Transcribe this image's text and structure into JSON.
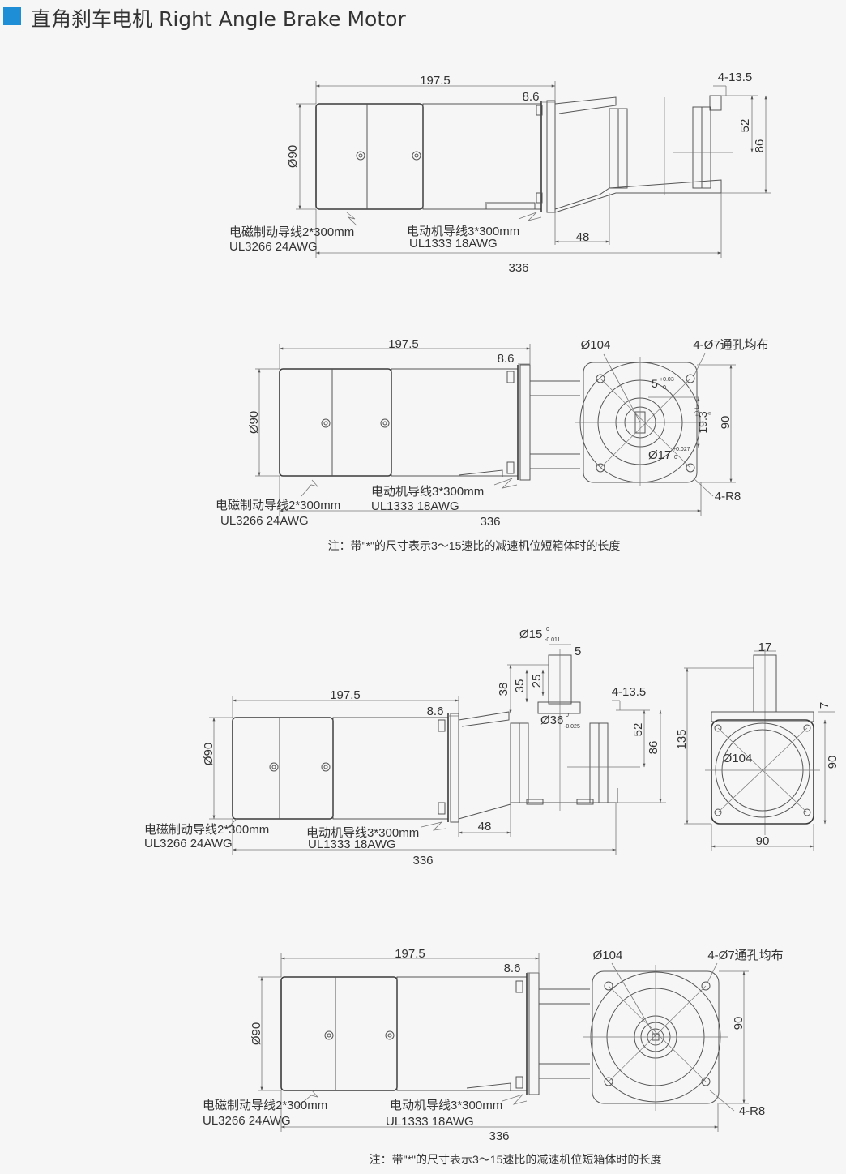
{
  "header": {
    "title": "直角刹车电机 Right Angle Brake Motor",
    "accent_color": "#1e8fd6"
  },
  "views": {
    "v1": {
      "len_total": "336",
      "len_motor": "197.5",
      "flange_gap": "8.6",
      "mount_w": "48",
      "dia_motor": "Ø90",
      "holes": "4-13.5",
      "h52": "52",
      "h86": "86",
      "brake_lead_1": "电磁制动导线2*300mm",
      "brake_lead_2": "UL3266  24AWG",
      "motor_lead_1": "电动机导线3*300mm",
      "motor_lead_2": "UL1333  18AWG"
    },
    "v2": {
      "len_total": "336",
      "len_motor": "197.5",
      "flange_gap": "8.6",
      "dia_motor": "Ø90",
      "dia_pcd": "Ø104",
      "holes": "4-Ø7通孔均布",
      "key_w": "5",
      "key_w_tol": "+0.03",
      "key_w_tol_low": "0",
      "key_h": "19.3",
      "key_h_tol": "+0.1",
      "key_h_tol_low": "0",
      "bore": "Ø17",
      "bore_tol": "+0.027",
      "bore_tol_low": "0",
      "side": "90",
      "radius": "4-R8",
      "brake_lead_1": "电磁制动导线2*300mm",
      "brake_lead_2": "UL3266  24AWG",
      "motor_lead_1": "电动机导线3*300mm",
      "motor_lead_2": "UL1333  18AWG",
      "note": "注：带\"*\"的尺寸表示3～15速比的减速机位短箱体时的长度"
    },
    "v3": {
      "len_total": "336",
      "len_motor": "197.5",
      "flange_gap": "8.6",
      "mount_w": "48",
      "dia_motor": "Ø90",
      "shaft_dia": "Ø15",
      "shaft_tol": "0",
      "shaft_tol_low": "-0.011",
      "key_5": "5",
      "dim_38": "38",
      "dim_35": "35",
      "dim_25": "25",
      "holes": "4-13.5",
      "pilot": "Ø36",
      "pilot_tol": "0",
      "pilot_tol_low": "-0.025",
      "h52": "52",
      "h86": "86",
      "brake_lead_1": "电磁制动导线2*300mm",
      "brake_lead_2": "UL3266  24AWG",
      "motor_lead_1": "电动机导线3*300mm",
      "motor_lead_2": "UL1333  18AWG"
    },
    "v3b": {
      "shaft_w": "17",
      "dim_7": "7",
      "h135": "135",
      "pcd": "Ø104",
      "side_v": "90",
      "side_h": "90"
    },
    "v4": {
      "len_total": "336",
      "len_motor": "197.5",
      "flange_gap": "8.6",
      "dia_motor": "Ø90",
      "dia_pcd": "Ø104",
      "holes": "4-Ø7通孔均布",
      "side": "90",
      "radius": "4-R8",
      "brake_lead_1": "电磁制动导线2*300mm",
      "brake_lead_2": "UL3266  24AWG",
      "motor_lead_1": "电动机导线3*300mm",
      "motor_lead_2": "UL1333  18AWG",
      "note": "注：带\"*\"的尺寸表示3～15速比的减速机位短箱体时的长度"
    }
  }
}
